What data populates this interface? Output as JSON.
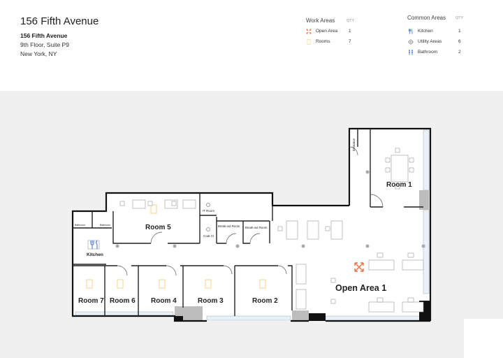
{
  "header": {
    "title": "156 Fifth Avenue",
    "address_line1": "156 Fifth Avenue",
    "address_line2": "9th Floor, Suite P9",
    "address_line3": "New York, NY"
  },
  "legend": {
    "work_areas": {
      "heading": "Work Areas",
      "qty_label": "QTY",
      "items": [
        {
          "label": "Open Area",
          "count": "1",
          "icon": "open-area-icon",
          "color": "#e8703a"
        },
        {
          "label": "Rooms",
          "count": "7",
          "icon": "room-icon",
          "color": "#f0c040"
        }
      ]
    },
    "common_areas": {
      "heading": "Common Areas",
      "qty_label": "QTY",
      "items": [
        {
          "label": "Kitchen",
          "count": "1",
          "icon": "kitchen-icon",
          "color": "#3a6fd8"
        },
        {
          "label": "Utility Areas",
          "count": "6",
          "icon": "utility-icon",
          "color": "#888888"
        },
        {
          "label": "Bathroom",
          "count": "2",
          "icon": "bathroom-icon",
          "color": "#3a6fd8"
        }
      ]
    }
  },
  "floorplan": {
    "rooms": {
      "room1": "Room 1",
      "room2": "Room 2",
      "room3": "Room 3",
      "room4": "Room 4",
      "room5": "Room 5",
      "room6": "Room 6",
      "room7": "Room 7",
      "open_area": "Open Area 1"
    },
    "small_labels": {
      "kitchen": "Kitchen",
      "it_room": "IT Room",
      "coat_closet": "Coat Cl",
      "breakout_1": "Break-out Room",
      "breakout_2": "Break-out Room",
      "bathroom_1": "Bathroom",
      "bathroom_2": "Bathroom",
      "entrance": "Entrance"
    }
  }
}
